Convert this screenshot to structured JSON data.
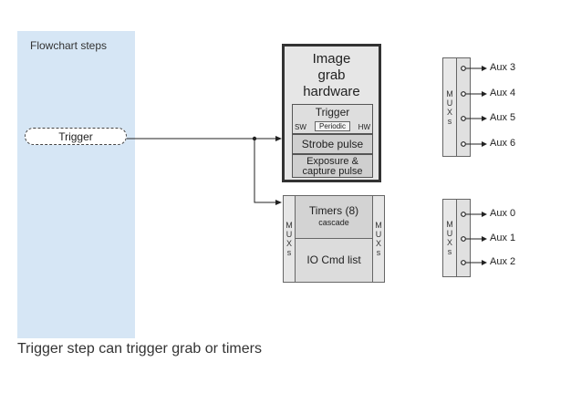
{
  "lane": {
    "title": "Flowchart steps"
  },
  "trigger_step": {
    "label": "Trigger"
  },
  "caption": "Trigger step can trigger grab or timers",
  "grab": {
    "title_lines": [
      "Image",
      "grab",
      "hardware"
    ],
    "trigger": "Trigger",
    "sw": "SW",
    "periodic": "Periodic",
    "hw": "HW",
    "strobe": "Strobe pulse",
    "exposure_lines": [
      "Exposure &",
      "capture pulse"
    ]
  },
  "timers_block": {
    "timers": "Timers (8)",
    "cascade": "cascade",
    "io": "IO Cmd list",
    "mux_letters": [
      "M",
      "U",
      "X",
      "s"
    ]
  },
  "mux_top": {
    "letters": [
      "M",
      "U",
      "X",
      "s"
    ],
    "outputs": [
      "Aux 3",
      "Aux 4",
      "Aux 5",
      "Aux 6"
    ]
  },
  "mux_bottom": {
    "letters": [
      "M",
      "U",
      "X",
      "s"
    ],
    "outputs": [
      "Aux 0",
      "Aux 1",
      "Aux 2"
    ]
  }
}
